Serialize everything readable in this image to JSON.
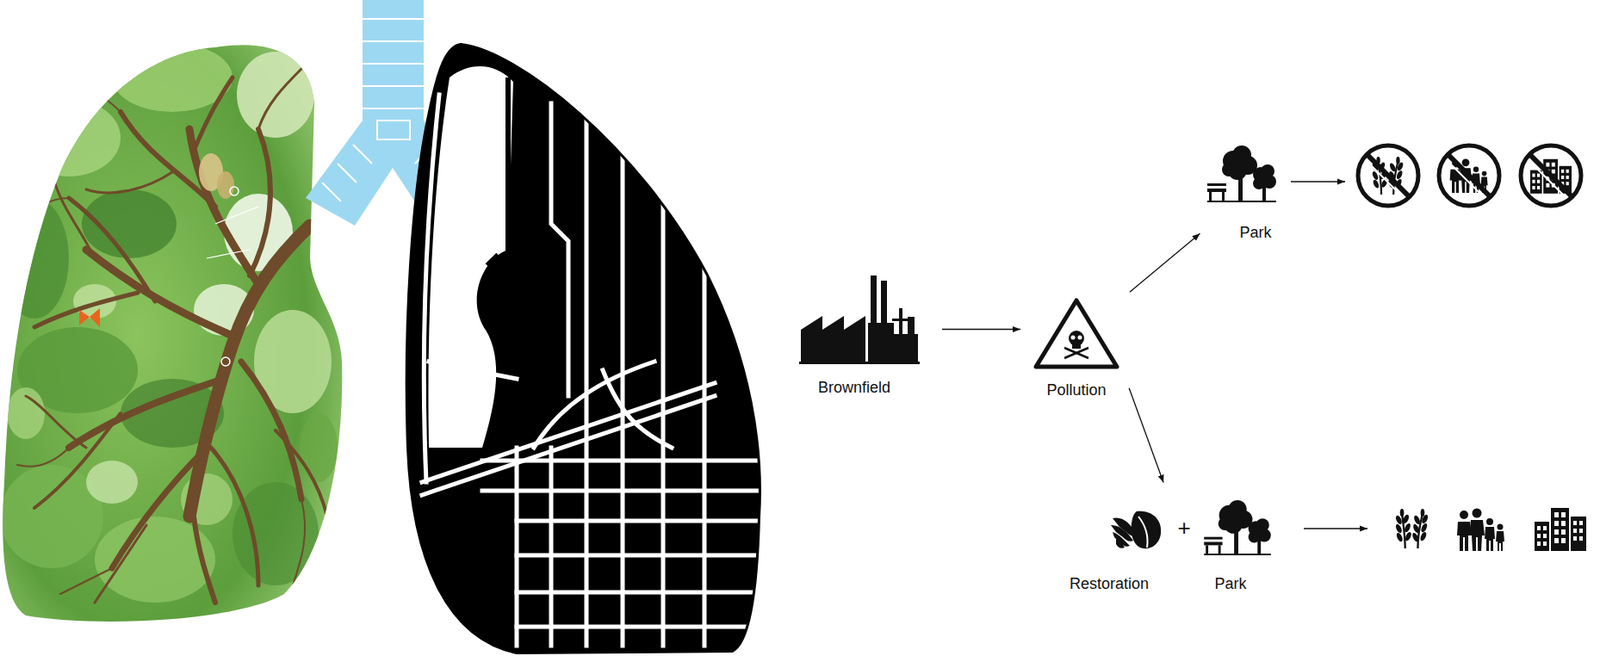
{
  "diagram": {
    "nodes": [
      {
        "text": [
          "Brownfield"
        ]
      },
      {
        "text": [
          "Pollution"
        ]
      },
      {
        "text": [
          "Park"
        ]
      },
      {
        "text": [
          "Restoration"
        ]
      },
      {
        "text": [
          "Park"
        ]
      }
    ],
    "edges": [
      {
        "from": 0,
        "to": 1,
        "arrow": "to"
      },
      {
        "from": 1,
        "to": 2,
        "arrow": "to"
      },
      {
        "from": 1,
        "to": 3,
        "arrow": "to"
      }
    ],
    "labels": [
      "+"
    ]
  }
}
